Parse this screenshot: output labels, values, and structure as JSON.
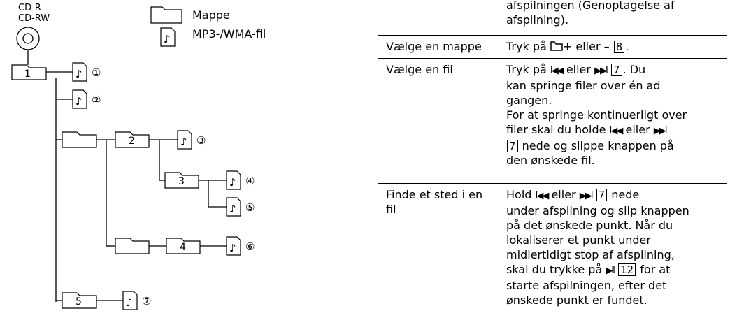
{
  "diagram": {
    "disc_label_1": "CD-R",
    "disc_label_2": "CD-RW",
    "legend_folder": "Mappe",
    "legend_file": "MP3-/WMA-fil",
    "folder_numbers": [
      "1",
      "",
      "2",
      "3",
      "",
      "4",
      "5"
    ],
    "file_markers": [
      "①",
      "②",
      "③",
      "④",
      "⑤",
      "⑥",
      "⑦"
    ]
  },
  "table": {
    "top_text_1": "afspilningen (Genoptagelse af",
    "top_text_2": "afspilning).",
    "rows": [
      {
        "label": "Vælge en mappe",
        "line1_pre": "Tryk på",
        "line1_post": "+ eller – ",
        "key": "8",
        "line1_end": "."
      },
      {
        "label": "Vælge en fil",
        "l1_pre": "Tryk på",
        "l1_prev": "I◀◀",
        "l1_mid": "eller",
        "l1_next": "▶▶I",
        "l1_key": "7",
        "l1_end": ". Du",
        "l2": "kan springe filer over én ad",
        "l3": "gangen.",
        "l4": "For at springe kontinuerligt over",
        "l5_pre": "filer skal du holde",
        "l5_prev": "I◀◀",
        "l5_mid": "eller",
        "l5_next": "▶▶I",
        "l6_key": "7",
        "l6": "nede og slippe knappen på",
        "l7": "den ønskede fil."
      },
      {
        "label_1": "Finde et sted i en",
        "label_2": "fil",
        "l1_pre": "Hold",
        "l1_prev": "I◀◀",
        "l1_mid": "eller",
        "l1_next": "▶▶I",
        "l1_key": "7",
        "l1_end": "nede",
        "l2": "under afspilning og slip knappen",
        "l3": "på det ønskede punkt. Når du",
        "l4": "lokaliserer et punkt under",
        "l5": "midlertidigt stop af afspilning,",
        "l6_pre": "skal du trykke på",
        "l6_play": "▶II",
        "l6_key": "12",
        "l6_end": "for at",
        "l7": "starte afspilningen, efter det",
        "l8": "ønskede punkt er fundet."
      }
    ]
  }
}
